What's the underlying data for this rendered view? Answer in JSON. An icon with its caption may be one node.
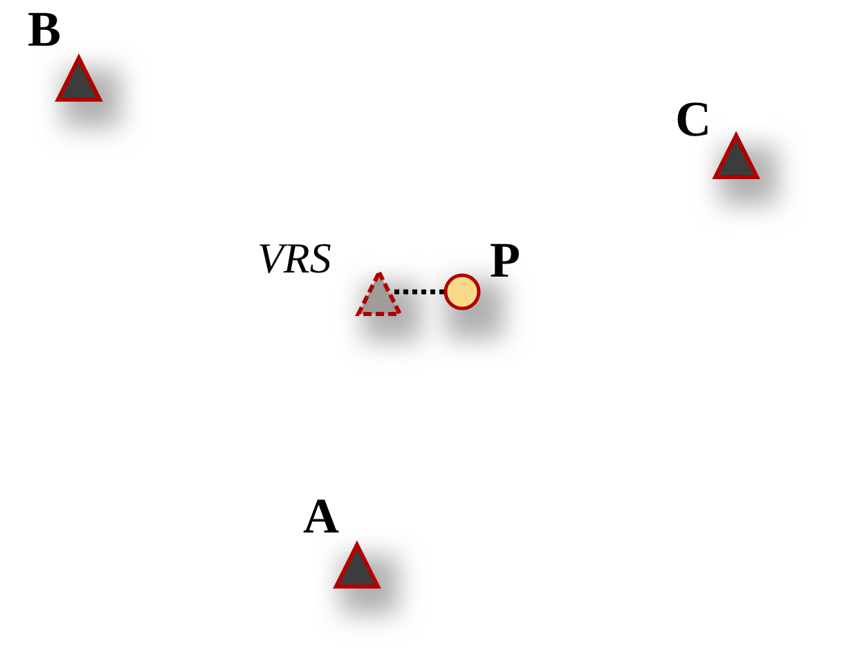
{
  "diagram": {
    "nodes": [
      {
        "text": [
          "B"
        ]
      },
      {
        "text": [
          "C"
        ]
      },
      {
        "text": [
          "VRS"
        ]
      },
      {
        "text": [
          "P"
        ]
      },
      {
        "text": [
          "A"
        ]
      }
    ],
    "edges": [
      {
        "from": 2,
        "to": 3,
        "arrow": "none",
        "style": "dashed"
      }
    ]
  }
}
